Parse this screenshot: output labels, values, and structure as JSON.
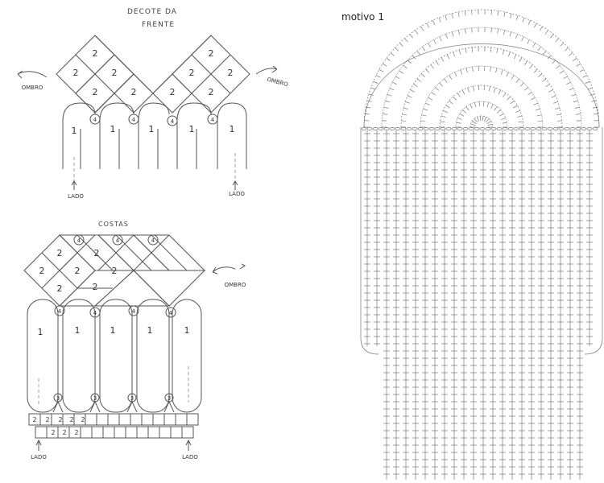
{
  "front": {
    "title_line1": "DECOTE DA",
    "title_line2": "FRENTE",
    "shoulder_left": "OMBRO",
    "shoulder_right": "OMBRO",
    "side_left": "LADO",
    "side_right": "LADO",
    "motif_2": "2",
    "motif_1": "1",
    "motif_4": "4"
  },
  "back": {
    "title": "COSTAS",
    "shoulder": "OMBRO",
    "side_left": "LADO",
    "side_right": "LADO",
    "motif_2": "2",
    "motif_1": "1",
    "motif_4": "4",
    "motif_3": "3"
  },
  "chart": {
    "title": "motivo 1"
  }
}
